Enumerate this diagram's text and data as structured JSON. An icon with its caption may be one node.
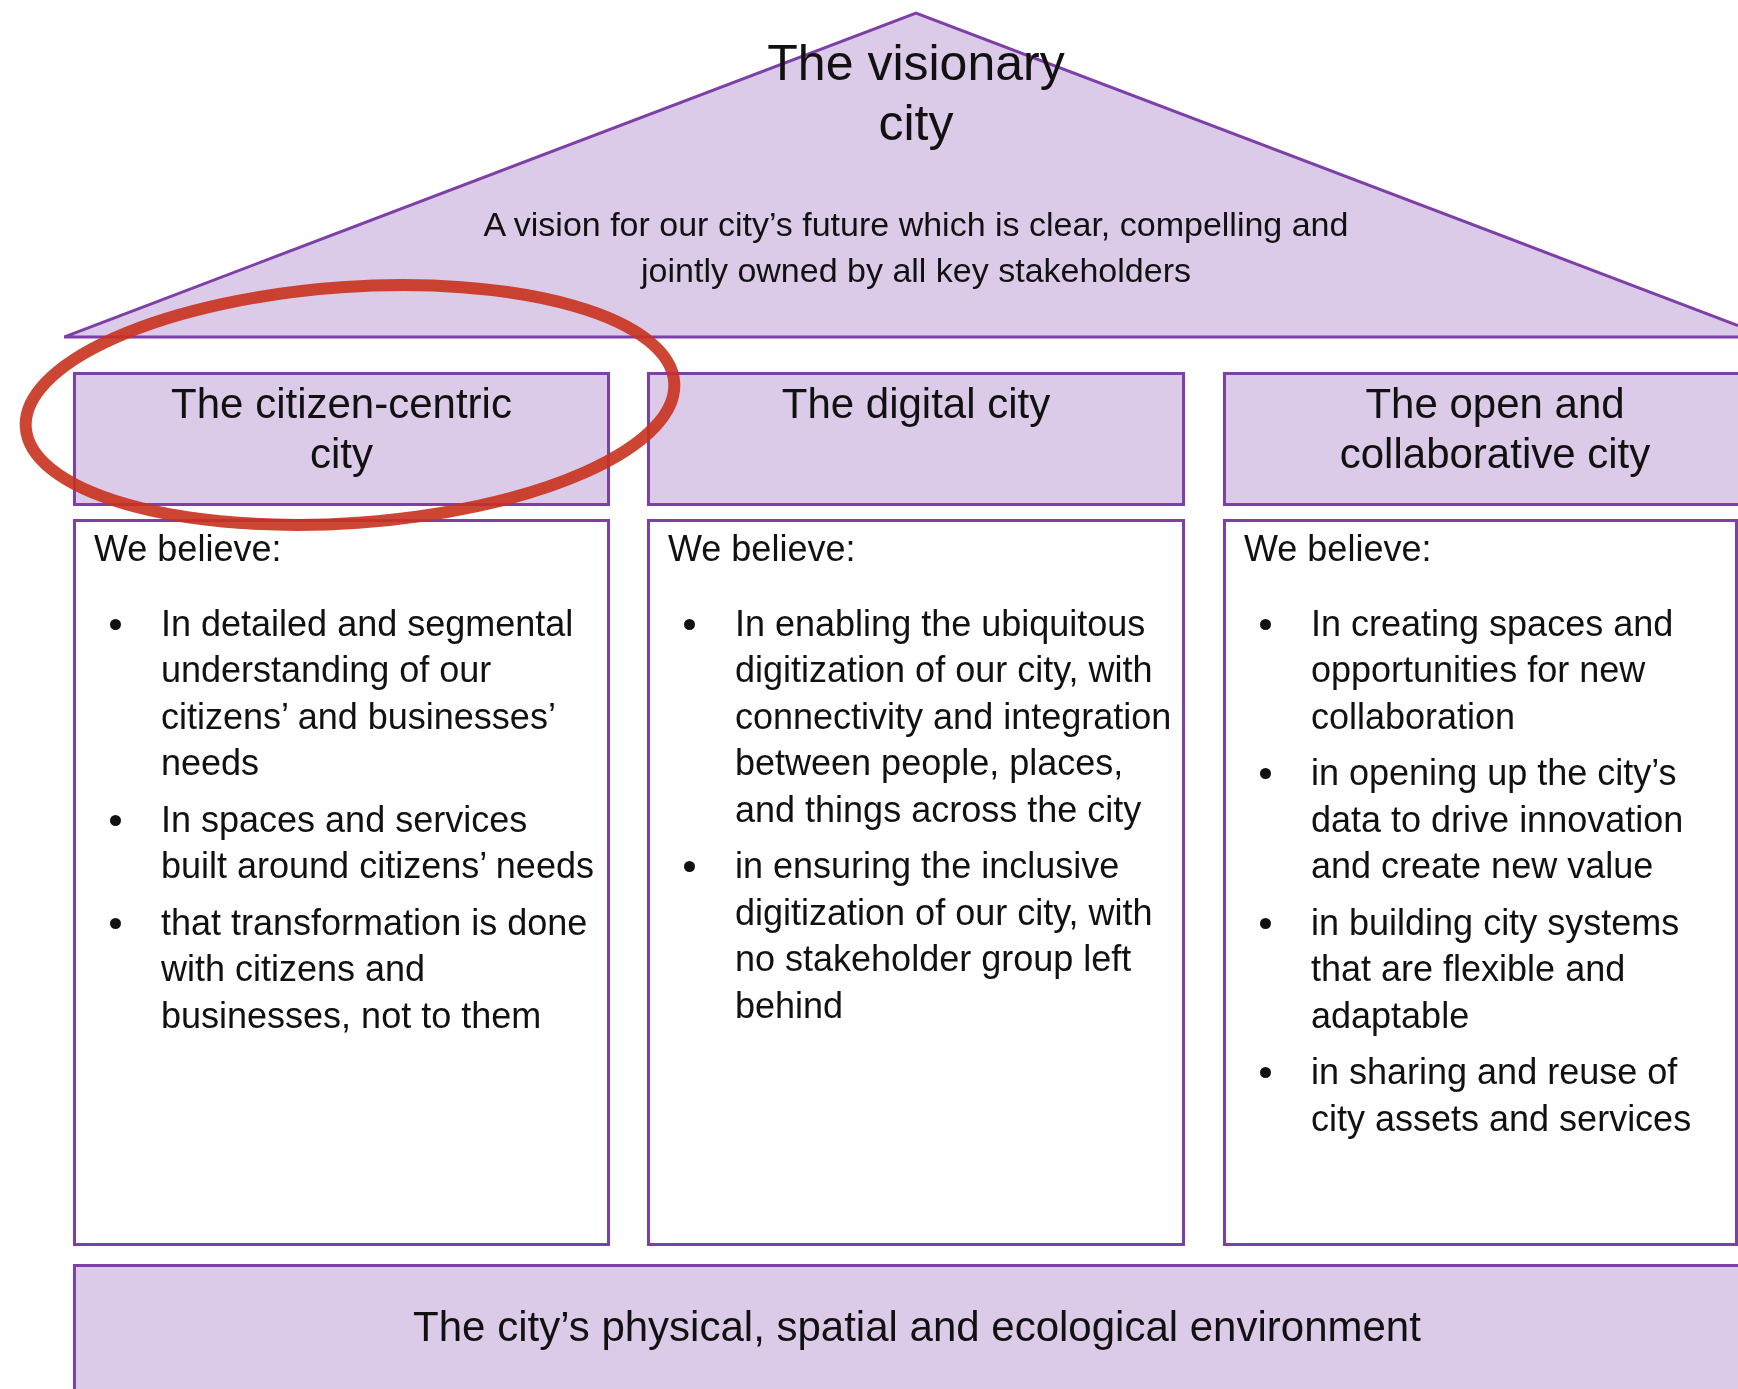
{
  "diagram": {
    "nodes": [
      {
        "text": [
          "The visionary city",
          "A vision for our city’s future which is clear, compelling and jointly owned by all key stakeholders"
        ]
      },
      {
        "text": [
          "The citizen-centric city"
        ]
      },
      {
        "text": [
          "The digital city"
        ]
      },
      {
        "text": [
          "The open and collaborative city"
        ]
      },
      {
        "text": [
          "We believe:",
          "In detailed and segmental understanding of our citizens’ and businesses’ needs",
          "In spaces and services built around citizens’ needs",
          "that transformation is done with citizens and businesses, not to them"
        ]
      },
      {
        "text": [
          "We believe:",
          "In enabling the ubiquitous digitization of our city, with connectivity and integration between people, places, and things across the city",
          "in ensuring the inclusive digitization of our city, with no stakeholder group left behind"
        ]
      },
      {
        "text": [
          "We believe:",
          "In creating spaces and opportunities for new collaboration",
          "in opening up the city’s data to drive innovation and create new value",
          "in building city systems that are flexible and adaptable",
          "in sharing and reuse of city assets and services"
        ]
      },
      {
        "text": [
          "The city’s physical, spatial and ecological environment"
        ]
      }
    ]
  }
}
